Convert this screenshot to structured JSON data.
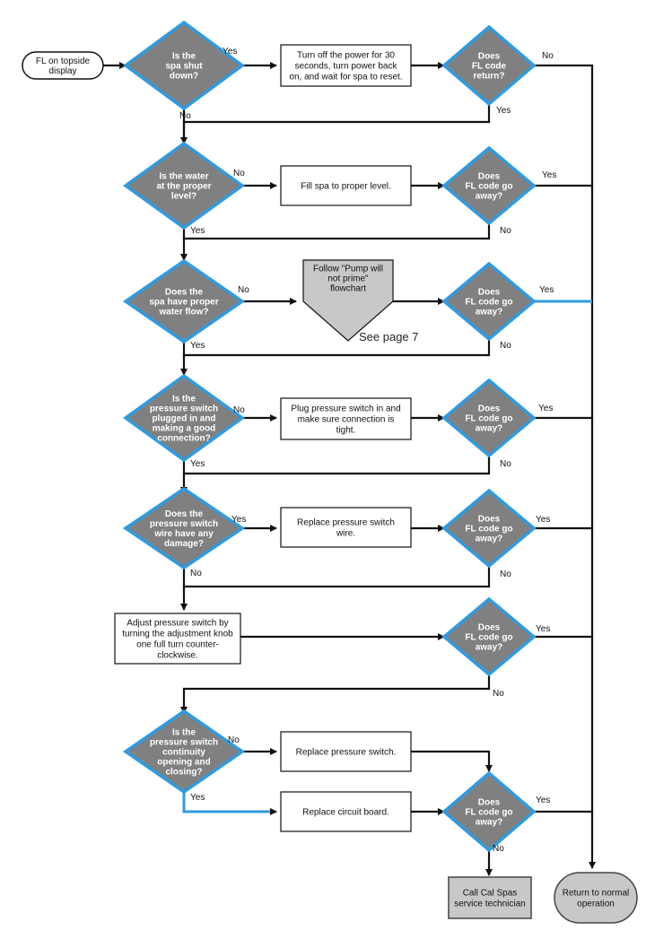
{
  "colors": {
    "decision_fill": "#808080",
    "decision_stroke": "#2f9be0",
    "arrow": "#111111",
    "highlight_line": "#2f9be0",
    "terminal_fill": "#c8c8c8",
    "box_stroke": "#111111"
  },
  "start": {
    "lines": [
      "FL on topside",
      "display"
    ]
  },
  "decisions": {
    "spa_shut_down": [
      "Is the",
      "spa shut",
      "down?"
    ],
    "code_return_1": [
      "Does",
      "FL code",
      "return?"
    ],
    "water_level": [
      "Is the water",
      "at the proper",
      "level?"
    ],
    "code_away_2": [
      "Does",
      "FL code go",
      "away?"
    ],
    "water_flow": [
      "Does the",
      "spa have proper",
      "water flow?"
    ],
    "code_away_3": [
      "Does",
      "FL code go",
      "away?"
    ],
    "switch_plugged": [
      "Is the",
      "pressure switch",
      "plugged in and",
      "making a good",
      "connection?"
    ],
    "code_away_4": [
      "Does",
      "FL code go",
      "away?"
    ],
    "wire_damage": [
      "Does the",
      "pressure switch",
      "wire have any",
      "damage?"
    ],
    "code_away_5": [
      "Does",
      "FL code go",
      "away?"
    ],
    "code_away_6": [
      "Does",
      "FL code go",
      "away?"
    ],
    "switch_continuity": [
      "Is the",
      "pressure switch",
      "continuity",
      "opening and",
      "closing?"
    ],
    "code_away_7": [
      "Does",
      "FL code go",
      "away?"
    ]
  },
  "actions": {
    "power_cycle": [
      "Turn off the power for 30",
      "seconds, turn power back",
      "on, and wait for spa to reset."
    ],
    "fill_spa": [
      "Fill spa to proper level."
    ],
    "pump_prime": [
      "Follow \"Pump will",
      "not prime\"",
      "flowchart"
    ],
    "plug_switch": [
      "Plug pressure switch in and",
      "make sure connection is",
      "tight."
    ],
    "replace_wire": [
      "Replace pressure switch",
      "wire."
    ],
    "adjust_switch": [
      "Adjust pressure switch by",
      "turning the adjustment knob",
      "one full turn counter-",
      "clockwise."
    ],
    "replace_switch": [
      "Replace pressure switch."
    ],
    "replace_board": [
      "Replace circuit board."
    ]
  },
  "terminals": {
    "call_tech": [
      "Call Cal Spas",
      "service technician"
    ],
    "return_normal": [
      "Return to normal",
      "operation"
    ]
  },
  "note": "See page 7",
  "labels": {
    "yes": "Yes",
    "no": "No"
  }
}
